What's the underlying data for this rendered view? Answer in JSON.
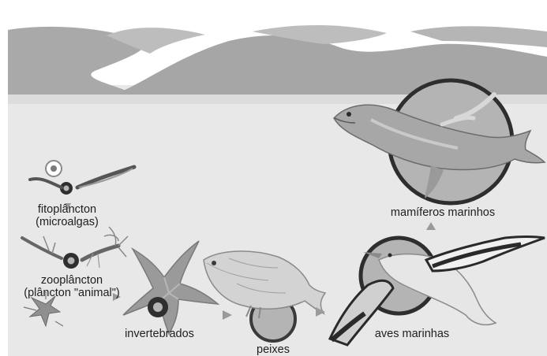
{
  "diagram": {
    "labels": {
      "fitoplancton": "fitoplâncton",
      "fitoplancton_sub": "(microalgas)",
      "zooplancton": "zooplâncton",
      "zooplancton_sub": "(plâncton \"animal\")",
      "invertebrados": "invertebrados",
      "peixes": "peixes",
      "aves_marinhas": "aves marinhas",
      "mamiferos_marinhos": "mamíferos marinhos"
    },
    "colors": {
      "sky": "#ffffff",
      "sea": "#e8e8e8",
      "hills": "#a9a9a9",
      "hills_light": "#bdbdbd",
      "circle_fill": "#b4b4b4",
      "circle_ring": "#3a3a3a",
      "arrow": "#9a9a9a",
      "text": "#1e1e1e"
    }
  }
}
